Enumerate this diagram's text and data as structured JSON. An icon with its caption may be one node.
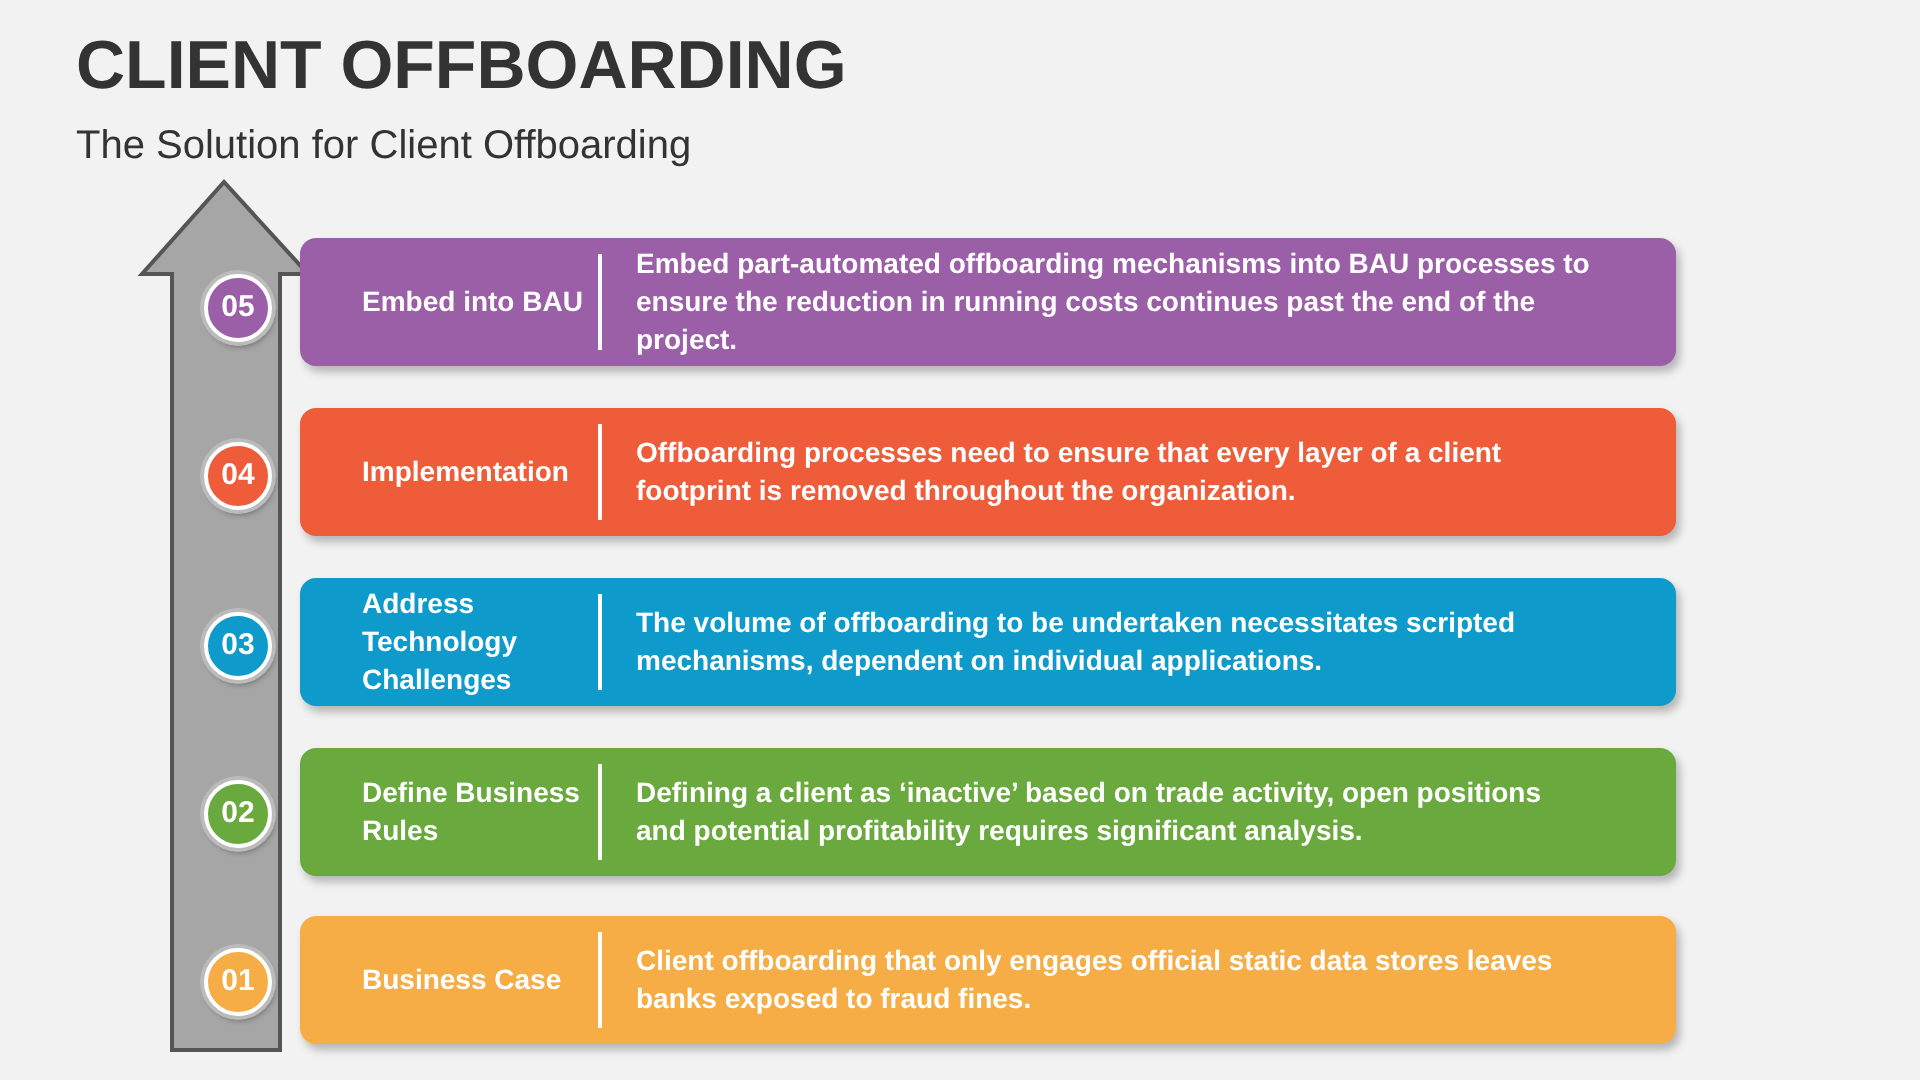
{
  "diagram": {
    "title": "CLIENT OFFBOARDING",
    "nodes": [
      {
        "text": [
          "05"
        ]
      },
      {
        "text": [
          "Embed into BAU",
          "Embed part-automated offboarding mechanisms into BAU processes to ensure the reduction in running costs continues past the end of the project."
        ]
      },
      {
        "text": [
          "04"
        ]
      },
      {
        "text": [
          "Implementation",
          "Offboarding processes need to ensure that every layer of a client footprint is removed throughout the organization."
        ]
      },
      {
        "text": [
          "03"
        ]
      },
      {
        "text": [
          "Address Technology Challenges",
          "The volume of offboarding to be undertaken necessitates scripted mechanisms, dependent on individual applications."
        ]
      },
      {
        "text": [
          "02"
        ]
      },
      {
        "text": [
          "Define Business Rules",
          "Defining a client as ‘inactive’ based on trade activity, open positions and potential profitability requires significant analysis."
        ]
      },
      {
        "text": [
          "01"
        ]
      },
      {
        "text": [
          "Business Case",
          "Client offboarding that only engages official static data stores leaves banks exposed to fraud fines."
        ]
      }
    ],
    "labels": [
      "The Solution for Client Offboarding"
    ]
  }
}
